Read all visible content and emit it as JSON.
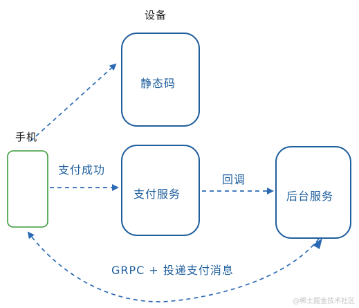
{
  "nodes": {
    "device_group": "设备",
    "static_code": "静态码",
    "phone": "手机",
    "payment_service": "支付服务",
    "backend_service": "后台服务"
  },
  "edges": {
    "payment_success": "支付成功",
    "callback": "回调",
    "grpc_push": "GRPC + 投递支付消息"
  },
  "watermark": "@稀土掘金技术社区",
  "colors": {
    "box_stroke": "#1f5f9e",
    "phone_stroke": "#3a9a3a",
    "arrow": "#2a6ab5",
    "text": "#1f1f1f"
  }
}
